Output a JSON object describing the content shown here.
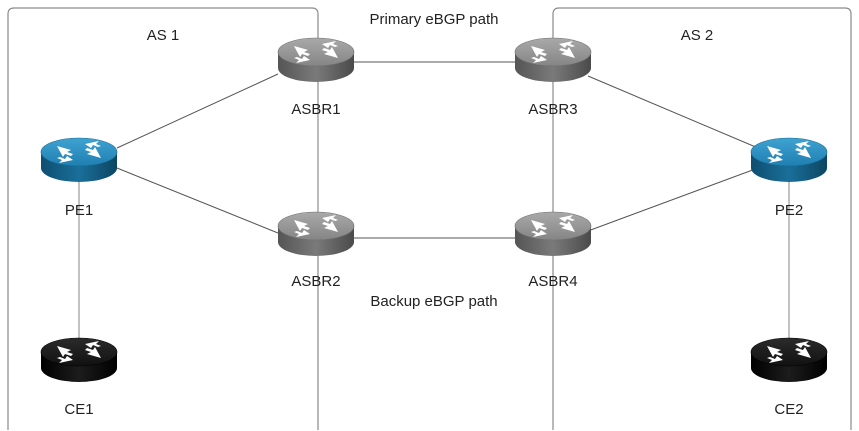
{
  "autonomous_systems": [
    {
      "id": "as1",
      "label": "AS 1"
    },
    {
      "id": "as2",
      "label": "AS 2"
    }
  ],
  "paths": {
    "primary_label": "Primary eBGP path",
    "backup_label": "Backup eBGP path"
  },
  "routers": [
    {
      "id": "asbr1",
      "label": "ASBR1",
      "type": "asbr",
      "color": "#7b7b7b"
    },
    {
      "id": "asbr2",
      "label": "ASBR2",
      "type": "asbr",
      "color": "#7b7b7b"
    },
    {
      "id": "asbr3",
      "label": "ASBR3",
      "type": "asbr",
      "color": "#7b7b7b"
    },
    {
      "id": "asbr4",
      "label": "ASBR4",
      "type": "asbr",
      "color": "#7b7b7b"
    },
    {
      "id": "pe1",
      "label": "PE1",
      "type": "pe",
      "color": "#1b6f99"
    },
    {
      "id": "pe2",
      "label": "PE2",
      "type": "pe",
      "color": "#1b6f99"
    },
    {
      "id": "ce1",
      "label": "CE1",
      "type": "ce",
      "color": "#111111"
    },
    {
      "id": "ce2",
      "label": "CE2",
      "type": "ce",
      "color": "#111111"
    }
  ],
  "links": [
    {
      "from": "pe1",
      "to": "asbr1"
    },
    {
      "from": "pe1",
      "to": "asbr2"
    },
    {
      "from": "asbr1",
      "to": "asbr3"
    },
    {
      "from": "asbr2",
      "to": "asbr4"
    },
    {
      "from": "asbr3",
      "to": "pe2"
    },
    {
      "from": "asbr4",
      "to": "pe2"
    },
    {
      "from": "asbr1",
      "to": "asbr2"
    },
    {
      "from": "asbr3",
      "to": "asbr4"
    },
    {
      "from": "pe1",
      "to": "ce1"
    },
    {
      "from": "pe2",
      "to": "ce2"
    }
  ],
  "icon": "router-icon"
}
